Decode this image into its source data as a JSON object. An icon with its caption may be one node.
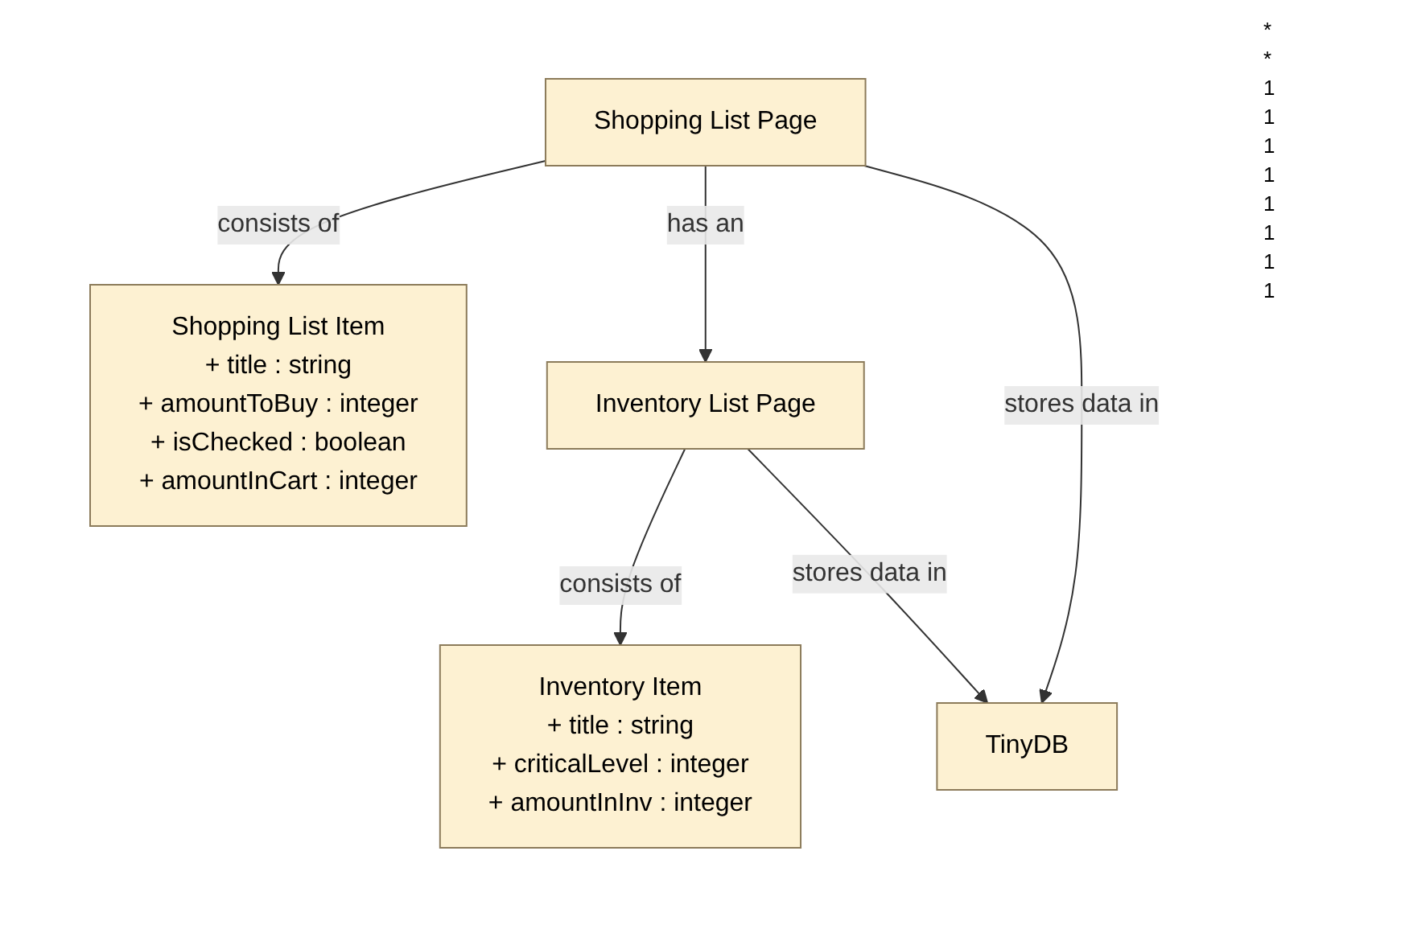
{
  "diagram": {
    "nodes": [
      {
        "text": [
          "Shopping List Item",
          "+ title : string",
          "+ amountToBuy : integer",
          "+ isChecked : boolean",
          "+ amountInCart : integer"
        ]
      },
      {
        "text": [
          "Inventory Item",
          "+ title : string",
          "+ criticalLevel : integer",
          "+ amountInInv : integer"
        ]
      },
      {
        "text": [
          "Shopping List Page"
        ]
      },
      {
        "text": [
          "Inventory List Page"
        ]
      },
      {
        "text": [
          "TinyDB"
        ]
      }
    ],
    "edges": [
      {
        "from": 2,
        "to": 0,
        "arrow": "to",
        "label": "consists of"
      },
      {
        "from": 3,
        "to": 1,
        "arrow": "to",
        "label": "consists of"
      },
      {
        "from": 2,
        "to": 3,
        "arrow": "to",
        "label": "has an"
      },
      {
        "from": 2,
        "to": 4,
        "arrow": "to",
        "label": "stores data in"
      },
      {
        "from": 3,
        "to": 4,
        "arrow": "to",
        "label": "stores data in"
      }
    ],
    "labels": [
      "*",
      "*",
      "1",
      "1",
      "1",
      "1",
      "1",
      "1",
      "1",
      "1"
    ]
  }
}
